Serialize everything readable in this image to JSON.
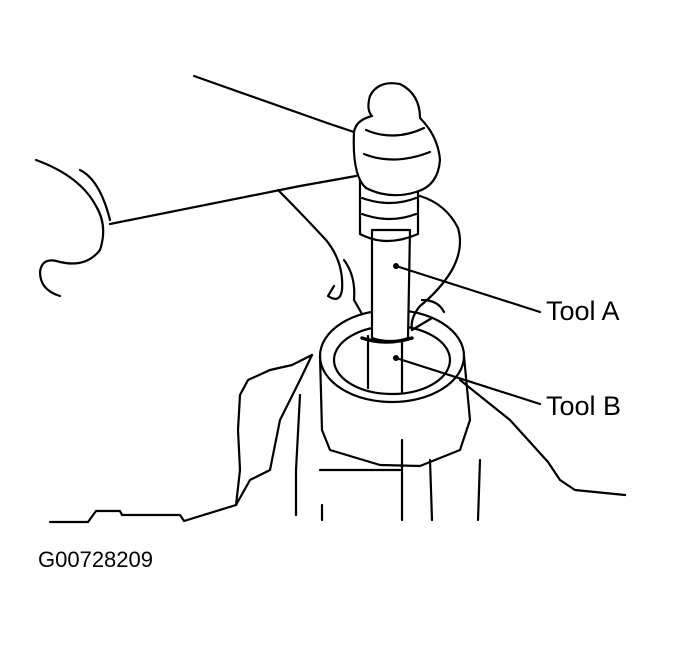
{
  "callouts": {
    "tool_a": "Tool A",
    "tool_b": "Tool B"
  },
  "figure_id": "G00728209",
  "colors": {
    "line": "#000000",
    "background": "#ffffff"
  }
}
